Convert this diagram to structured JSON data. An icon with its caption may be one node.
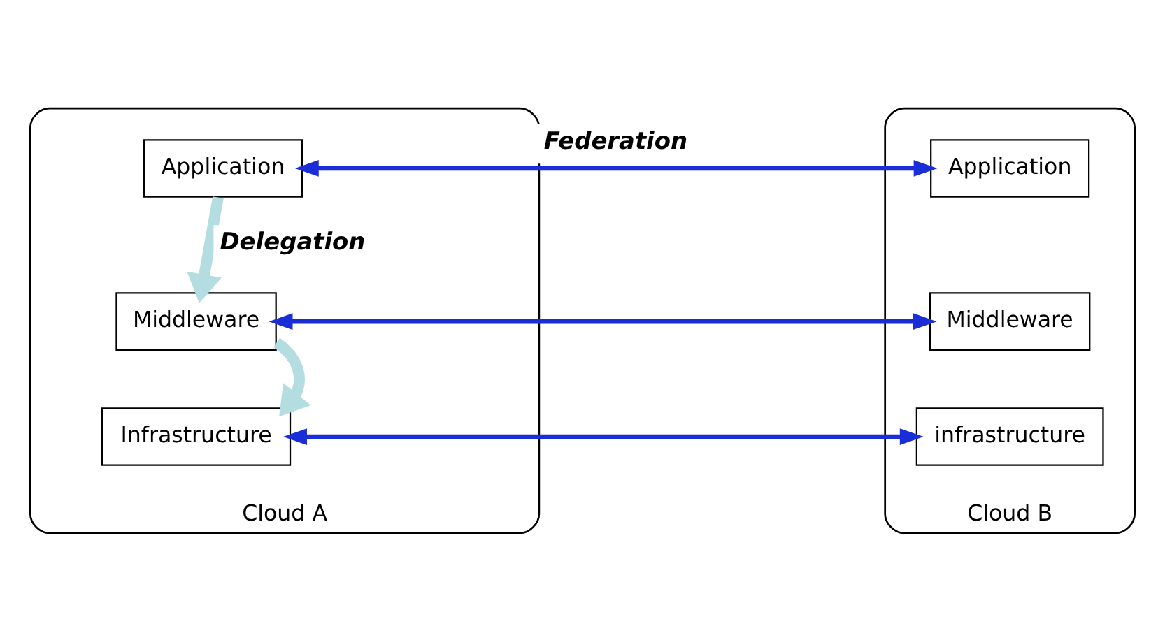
{
  "diagram": {
    "nodes": [
      {
        "text": [
          "Cloud A"
        ]
      },
      {
        "text": [
          "Application"
        ],
        "in": 0
      },
      {
        "text": [
          "Middleware"
        ],
        "in": 0
      },
      {
        "text": [
          "Infrastructure"
        ],
        "in": 0
      },
      {
        "text": [
          "Cloud B"
        ]
      },
      {
        "text": [
          "Application"
        ],
        "in": 4
      },
      {
        "text": [
          "Middleware"
        ],
        "in": 4
      },
      {
        "text": [
          "infrastructure"
        ],
        "in": 4
      }
    ],
    "edges": [
      {
        "from": 1,
        "to": 2,
        "arrow": "to",
        "label": "Delegation",
        "style": "thick",
        "color": "#b3dde0"
      },
      {
        "from": 2,
        "to": 3,
        "arrow": "to",
        "style": "thick",
        "color": "#b3dde0"
      },
      {
        "from": 1,
        "to": 5,
        "arrow": "both",
        "label": "Federation"
      },
      {
        "from": 2,
        "to": 6,
        "arrow": "both"
      },
      {
        "from": 3,
        "to": 7,
        "arrow": "both"
      }
    ]
  }
}
